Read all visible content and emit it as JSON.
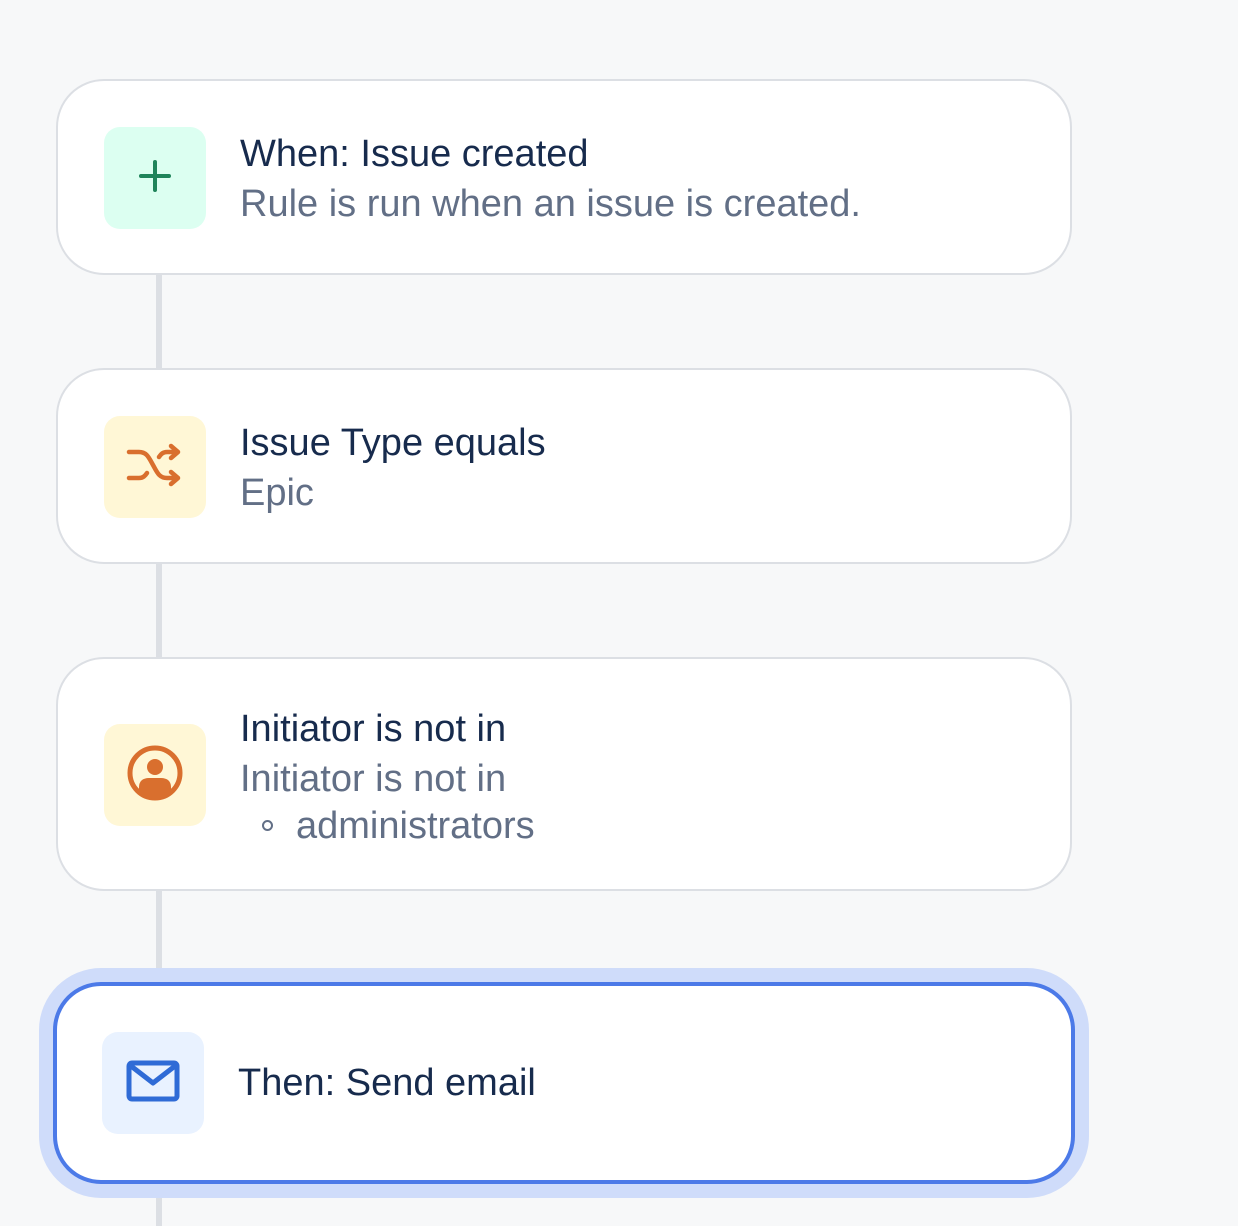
{
  "rule": {
    "trigger": {
      "icon": "plus-icon",
      "icon_color": "#1f845a",
      "title": "When: Issue created",
      "description": "Rule is run when an issue is created."
    },
    "condition_issue_type": {
      "icon": "shuffle-icon",
      "icon_color": "#d96f2e",
      "title": "Issue Type equals",
      "value": "Epic"
    },
    "condition_initiator": {
      "icon": "user-avatar-icon",
      "icon_color": "#d96f2e",
      "title": "Initiator is not in",
      "description": "Initiator is not in",
      "groups": [
        "administrators"
      ]
    },
    "action": {
      "icon": "envelope-icon",
      "icon_color": "#2f6bd6",
      "title": "Then: Send email",
      "selected": true
    }
  },
  "colors": {
    "selected_border": "#4c7ae8",
    "selected_glow": "#cfdcfa",
    "connector": "#dcdfe4"
  }
}
